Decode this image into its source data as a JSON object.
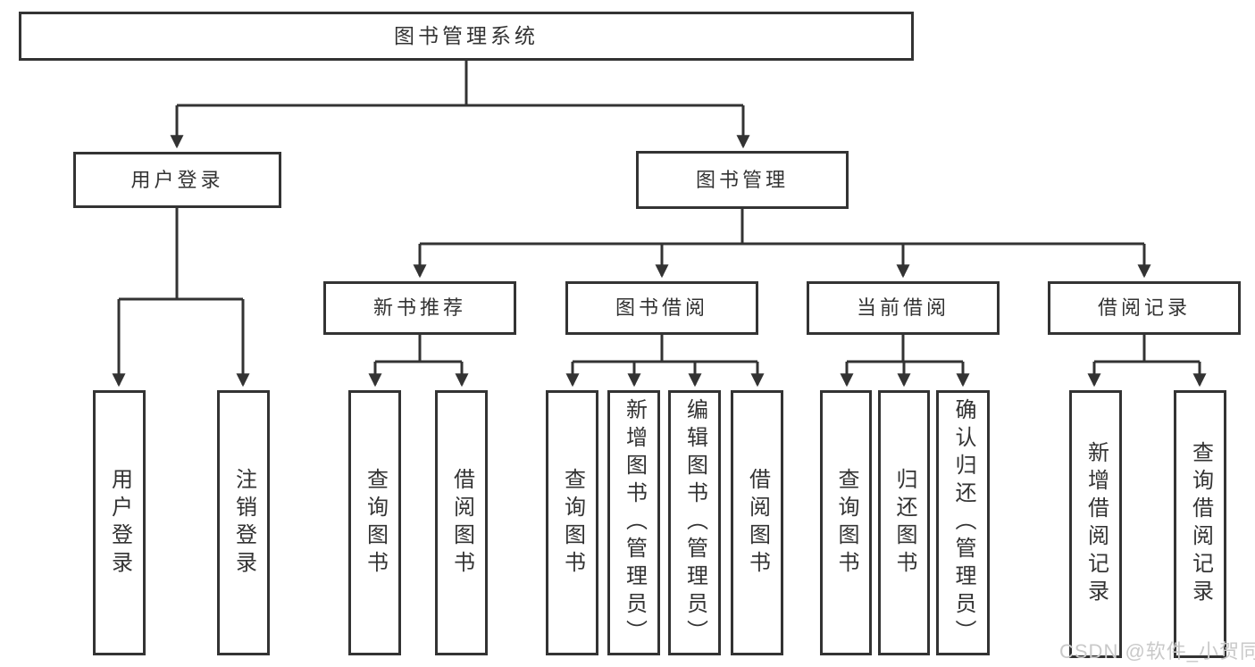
{
  "diagram": {
    "root": {
      "label": "图书管理系统"
    },
    "branches": [
      {
        "label": "用户登录",
        "children": [
          {
            "label": "用户登录"
          },
          {
            "label": "注销登录"
          }
        ]
      },
      {
        "label": "图书管理",
        "children": [
          {
            "label": "新书推荐",
            "children": [
              {
                "label": "查询图书"
              },
              {
                "label": "借阅图书"
              }
            ]
          },
          {
            "label": "图书借阅",
            "children": [
              {
                "label": "查询图书"
              },
              {
                "label": "新增图书（管理员）"
              },
              {
                "label": "编辑图书（管理员）"
              },
              {
                "label": "借阅图书"
              }
            ]
          },
          {
            "label": "当前借阅",
            "children": [
              {
                "label": "查询图书"
              },
              {
                "label": "归还图书"
              },
              {
                "label": "确认归还（管理员）"
              }
            ]
          },
          {
            "label": "借阅记录",
            "children": [
              {
                "label": "新增借阅记录"
              },
              {
                "label": "查询借阅记录"
              }
            ]
          }
        ]
      }
    ],
    "watermark": "CSDN @软件_小贺同学",
    "colors": {
      "line": "#333333",
      "box_border": "#333333",
      "text": "#333333",
      "watermark": "#c9c9c9",
      "background": "#ffffff"
    }
  }
}
